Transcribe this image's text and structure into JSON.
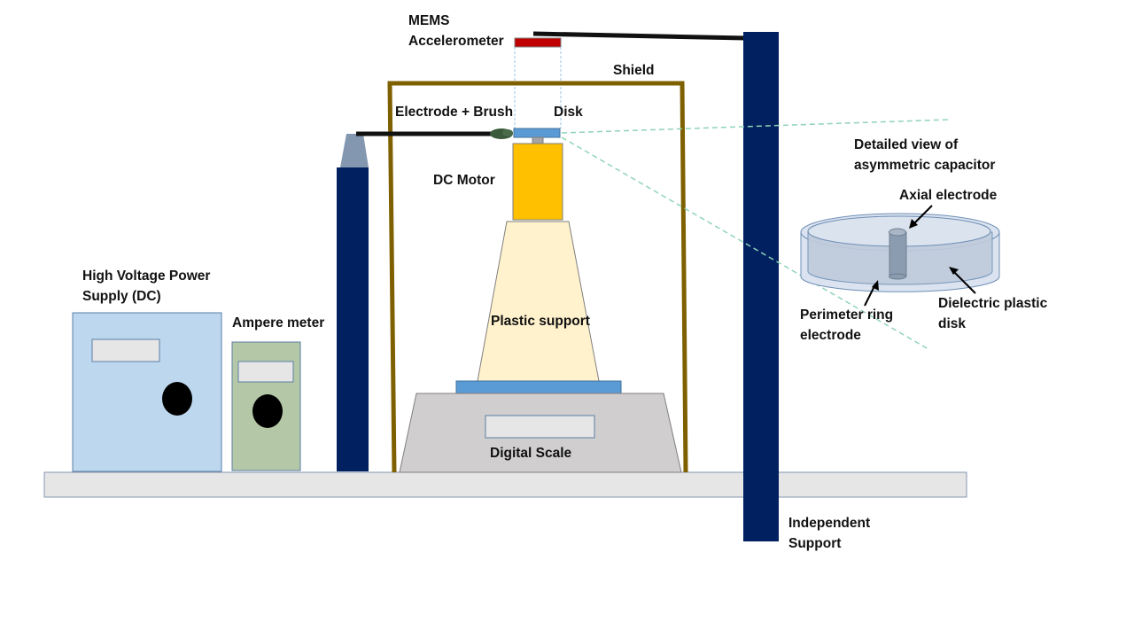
{
  "labels": {
    "mems_line1": "MEMS",
    "mems_line2": "Accelerometer",
    "shield": "Shield",
    "electrode_brush": "Electrode + Brush",
    "disk": "Disk",
    "dc_motor": "DC Motor",
    "detailed_line1": "Detailed view of",
    "detailed_line2": "asymmetric capacitor",
    "axial_electrode": "Axial electrode",
    "hv_line1": "High Voltage Power",
    "hv_line2": "Supply (DC)",
    "ampere_meter": "Ampere meter",
    "plastic_support": "Plastic support",
    "perimeter_line1": "Perimeter ring",
    "perimeter_line2": "electrode",
    "dielectric_line1": "Dielectric plastic",
    "dielectric_line2": "disk",
    "digital_scale": "Digital Scale",
    "independent_line1": "Independent",
    "independent_line2": "Support"
  },
  "colors": {
    "navy": "#002060",
    "shield": "#7f6000",
    "motor": "#ffc000",
    "disk": "#5b9bd5",
    "accelerometer": "#c00000",
    "plastic_support": "#fff2cc",
    "power_supply": "#bdd7ee",
    "ampere_meter": "#b4c7a7",
    "scale": "#d0cece",
    "bench": "#e7e6e6",
    "brush": "#3b5a3b",
    "leader_dash": "#8fd3b6"
  }
}
